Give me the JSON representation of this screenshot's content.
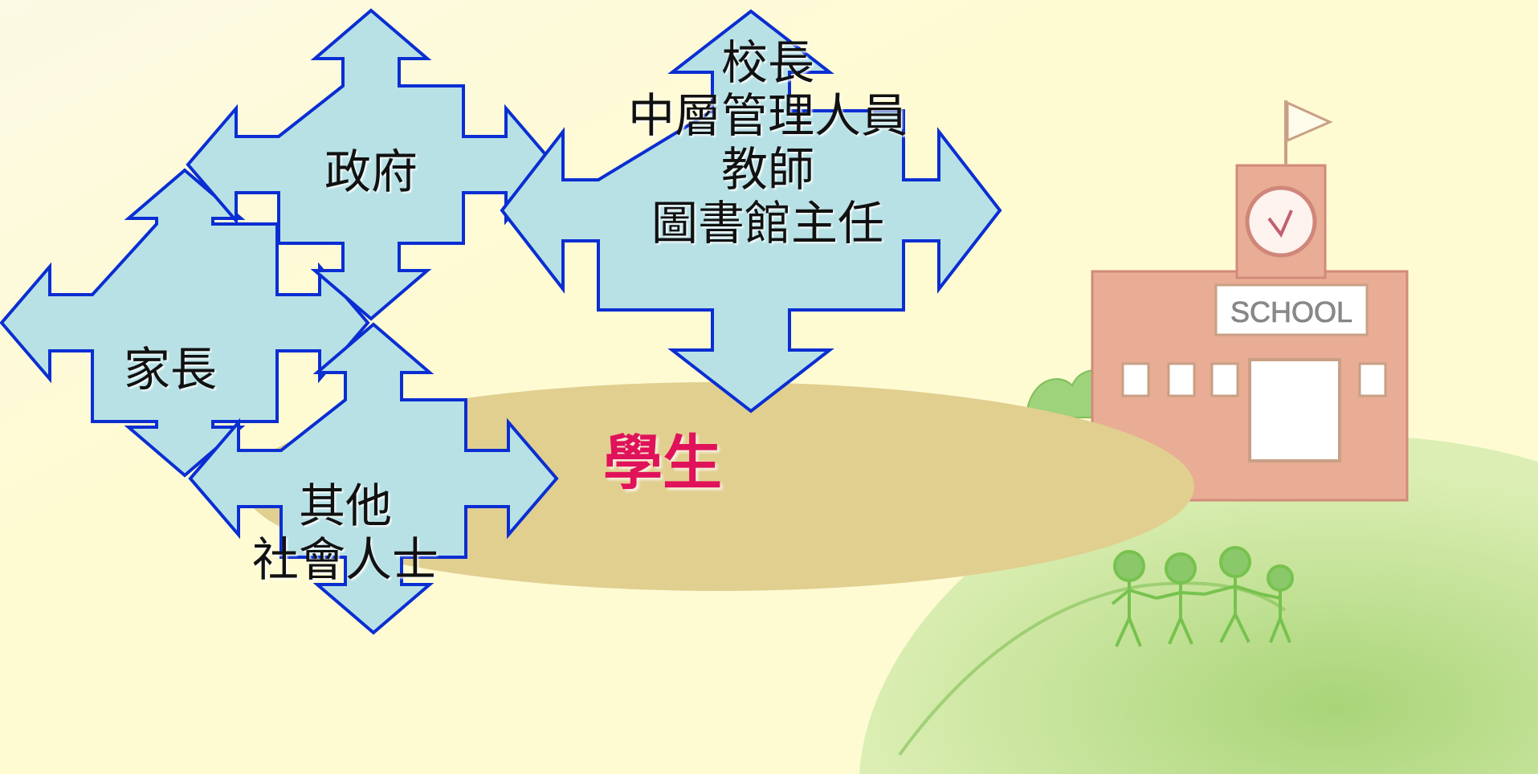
{
  "nodes": {
    "government": {
      "label": "政府"
    },
    "parents": {
      "label": "家長"
    },
    "others": {
      "line1": "其他",
      "line2": "社會人士"
    },
    "school_staff": {
      "line1": "校長",
      "line2": "中層管理人員",
      "line3": "教師",
      "line4": "圖書館主任"
    }
  },
  "center": {
    "label": "學生"
  },
  "school_sign": "SCHOOL",
  "colors": {
    "background": "#fefbd3",
    "arrow_fill": "#b8e1e6",
    "arrow_stroke": "#0a2ed2",
    "student_ellipse": "#e1cf90",
    "student_text": "#e0125a",
    "building": "#e8ad94",
    "hill": "#b9de8d"
  }
}
